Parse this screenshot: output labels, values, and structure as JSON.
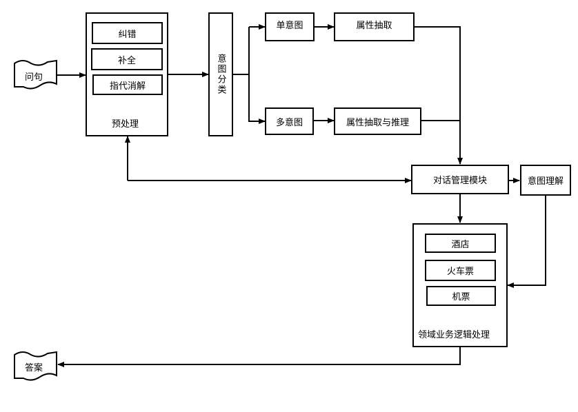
{
  "input_doc": {
    "label": "问句"
  },
  "output_doc": {
    "label": "答案"
  },
  "preprocess": {
    "title": "预处理",
    "items": [
      {
        "label": "纠错"
      },
      {
        "label": "补全"
      },
      {
        "label": "指代消解"
      }
    ]
  },
  "intent_classify": {
    "label": "意图分类"
  },
  "single_intent": {
    "label": "单意图"
  },
  "multi_intent": {
    "label": "多意图"
  },
  "attr_extract": {
    "label": "属性抽取"
  },
  "attr_extract_reason": {
    "label": "属性抽取与推理"
  },
  "dialog_manager": {
    "label": "对话管理模块"
  },
  "intent_understand": {
    "label": "意图理解"
  },
  "domain_logic": {
    "title": "领域业务逻辑处理",
    "items": [
      {
        "label": "酒店"
      },
      {
        "label": "火车票"
      },
      {
        "label": "机票"
      }
    ]
  }
}
